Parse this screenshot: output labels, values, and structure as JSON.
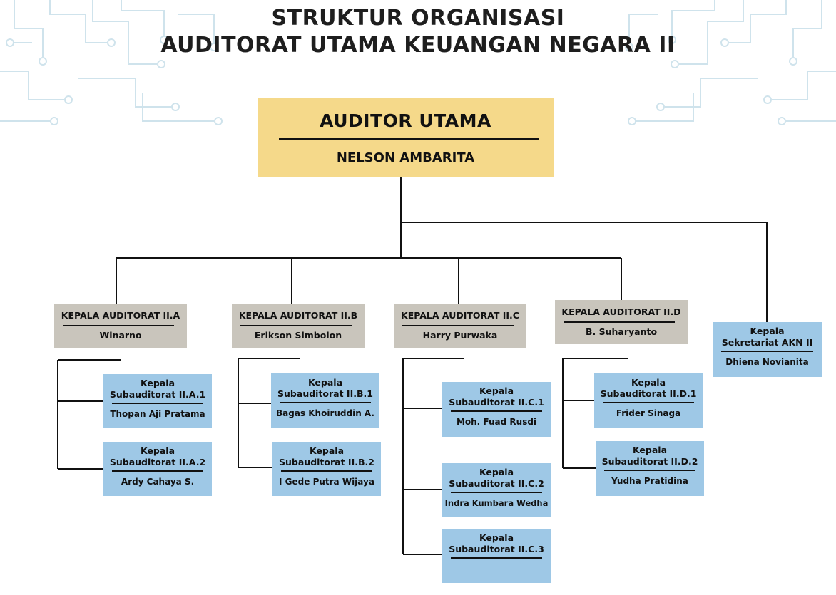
{
  "title": {
    "line1": "STRUKTUR ORGANISASI",
    "line2": "AUDITORAT UTAMA KEUANGAN NEGARA II"
  },
  "head": {
    "position": "AUDITOR UTAMA",
    "name": "NELSON AMBARITA"
  },
  "auditorats": [
    {
      "title": "KEPALA AUDITORAT II.A",
      "name": "Winarno",
      "subs": [
        {
          "line1": "Kepala",
          "line2": "Subauditorat II.A.1",
          "name": "Thopan Aji Pratama"
        },
        {
          "line1": "Kepala",
          "line2": "Subauditorat II.A.2",
          "name": "Ardy Cahaya S."
        }
      ]
    },
    {
      "title": "KEPALA AUDITORAT II.B",
      "name": "Erikson Simbolon",
      "subs": [
        {
          "line1": "Kepala",
          "line2": "Subauditorat II.B.1",
          "name": "Bagas Khoiruddin A."
        },
        {
          "line1": "Kepala",
          "line2": "Subauditorat II.B.2",
          "name": "I Gede Putra Wijaya"
        }
      ]
    },
    {
      "title": "KEPALA AUDITORAT II.C",
      "name": "Harry Purwaka",
      "subs": [
        {
          "line1": "Kepala",
          "line2": "Subauditorat II.C.1",
          "name": "Moh. Fuad Rusdi"
        },
        {
          "line1": "Kepala",
          "line2": "Subauditorat II.C.2",
          "name": "Indra Kumbara Wedha"
        },
        {
          "line1": "Kepala",
          "line2": "Subauditorat II.C.3",
          "name": ""
        }
      ]
    },
    {
      "title": "KEPALA AUDITORAT II.D",
      "name": "B. Suharyanto",
      "subs": [
        {
          "line1": "Kepala",
          "line2": "Subauditorat II.D.1",
          "name": "Frider Sinaga"
        },
        {
          "line1": "Kepala",
          "line2": "Subauditorat II.D.2",
          "name": "Yudha Pratidina"
        }
      ]
    }
  ],
  "secretariat": {
    "line1": "Kepala",
    "line2": "Sekretariat AKN II",
    "name": "Dhiena Novianita"
  },
  "colors": {
    "head": "#f5d98a",
    "auditorat": "#c9c5bc",
    "sub": "#9ec8e6",
    "decor": "#cfe3ec"
  }
}
